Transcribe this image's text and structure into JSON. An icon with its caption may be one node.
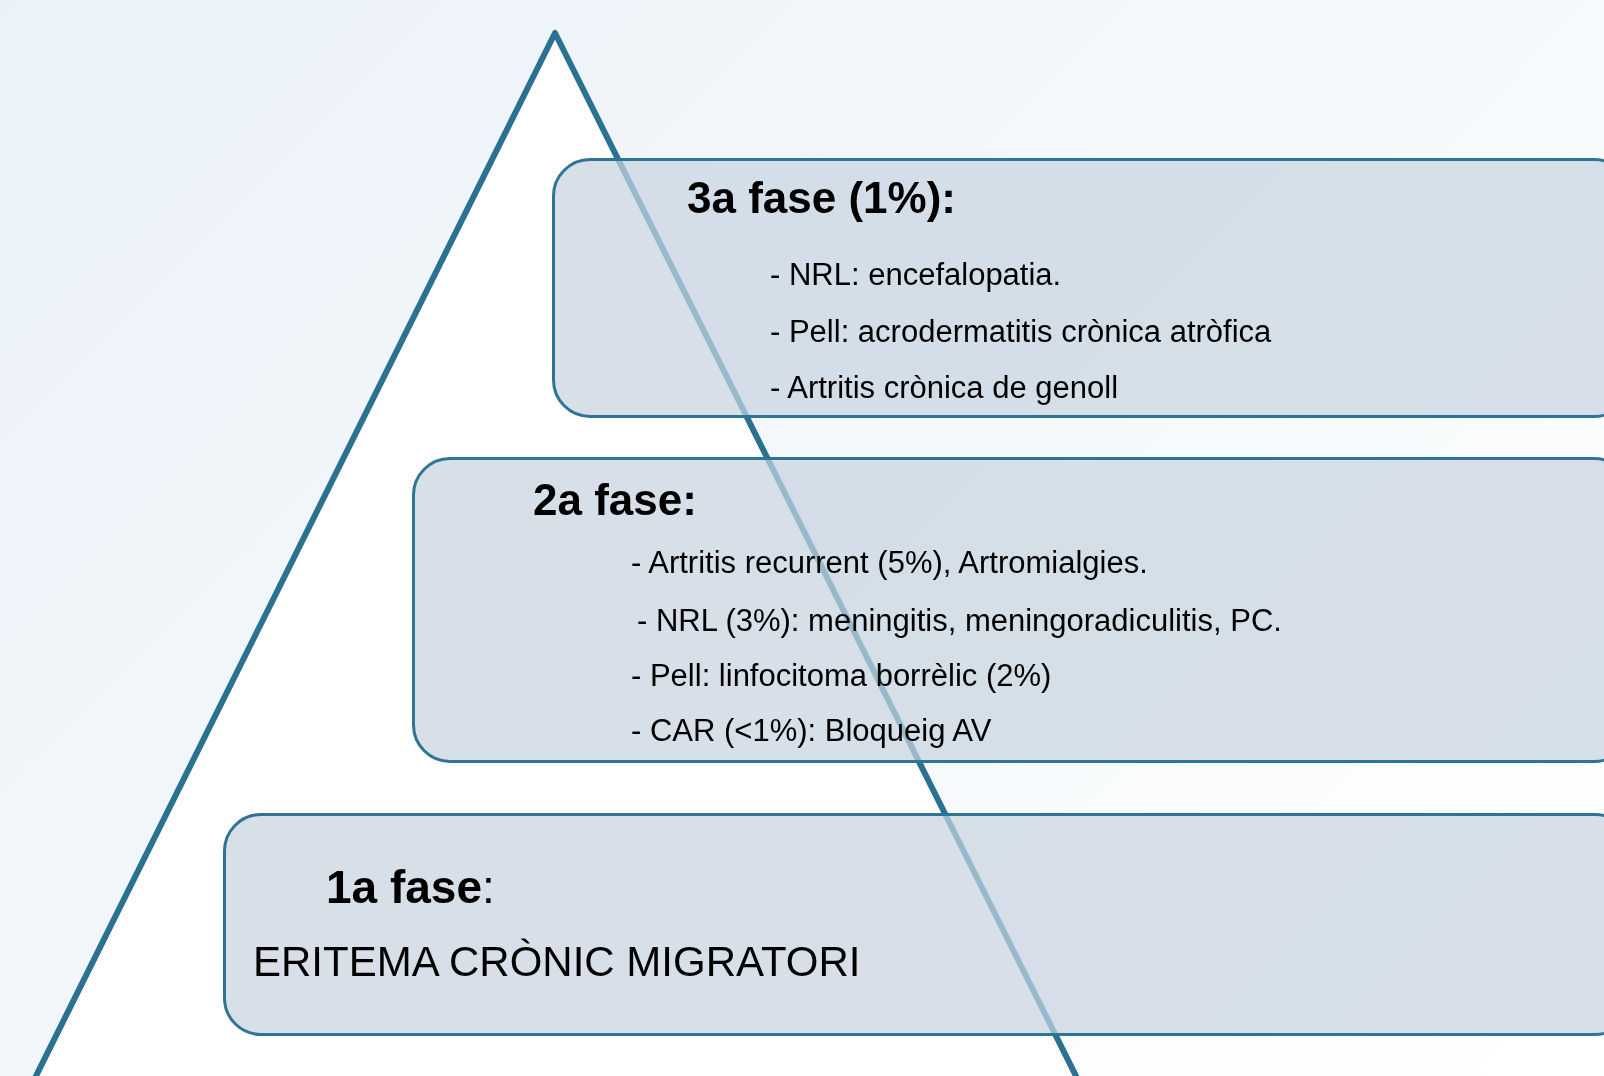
{
  "diagram": {
    "nodes": [
      {
        "text": [
          "3a fase (1%):",
          "- NRL: encefalopatia.",
          "- Pell: acrodermatitis crònica atròfica",
          "- Artritis crònica de genoll"
        ]
      },
      {
        "text": [
          "2a fase:",
          "- Artritis recurrent (5%), Artromialgies.",
          "- NRL (3%): meningitis, meningoradiculitis, PC.",
          "- Pell: linfocitoma borrèlic (2%)",
          "- CAR (<1%): Bloqueig AV"
        ]
      },
      {
        "text": [
          "**1a fase**:",
          "ERITEMA CRÒNIC MIGRATORI"
        ]
      }
    ]
  }
}
